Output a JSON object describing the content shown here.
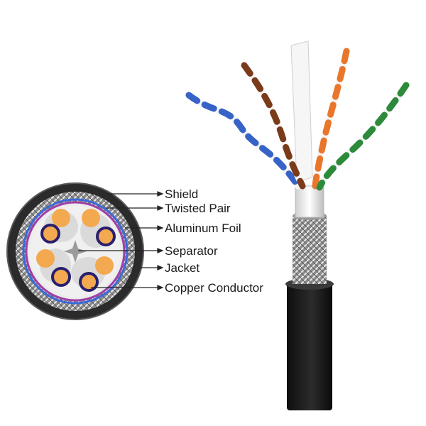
{
  "diagram": {
    "labels": {
      "shield": "Shield",
      "twisted_pair": "Twisted Pair",
      "aluminum_foil": "Aluminum Foil",
      "separator": "Separator",
      "jacket": "Jacket",
      "copper_conductor": "Copper Conductor"
    },
    "colors": {
      "jacket": "#1b1b1b",
      "shield_braid": "#b8b8b8",
      "foil": "#3b6ad8",
      "inner_ring": "#a13fa8",
      "copper": "#f3a94f",
      "conductor_ring": "#2a1f6e",
      "pair_blue": "#3763c8",
      "pair_brown": "#7a3b1a",
      "pair_orange": "#e9762a",
      "pair_green": "#2d8a3a",
      "pair_white": "#f4f4f4"
    }
  }
}
